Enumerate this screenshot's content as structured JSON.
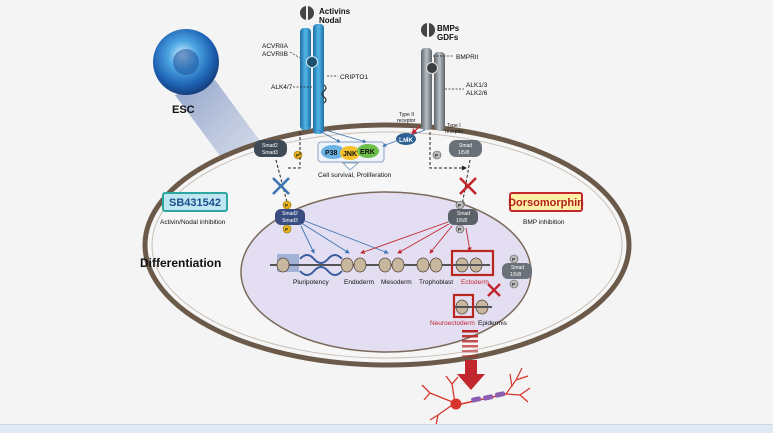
{
  "ligands": {
    "activin": {
      "line1": "Activins",
      "line2": "Nodal"
    },
    "bmp": {
      "line1": "BMPs",
      "line2": "GDFs"
    }
  },
  "receptors": {
    "acvr": {
      "line1": "ACVRIIA",
      "line2": "ACVRIIB"
    },
    "cripto": "CRIPTO1",
    "alk47": "ALK4/7",
    "bmprii": "BMPRII",
    "alk": {
      "line1": "ALK1/3",
      "line2": "ALK2/6"
    },
    "type2": {
      "line1": "Type II",
      "line2": "receptor"
    },
    "type1": {
      "line1": "Type I",
      "line2": "receptor"
    }
  },
  "cell": {
    "esc": "ESC",
    "differentiation": "Differentiation"
  },
  "kinases": {
    "p38": "P38",
    "jnk": "JNK",
    "erk": "ERK",
    "lmk": "LMK"
  },
  "smads": {
    "smad23": {
      "line1": "Smad2",
      "line2": "Smad3"
    },
    "smad158": {
      "line1": "Smad",
      "line2": "1/5/8"
    },
    "p": "P"
  },
  "cell_survival": "Cell survival, Proliferation",
  "inhibitors": {
    "sb": {
      "name": "SB431542",
      "desc": "Activin/Nodal inhibition"
    },
    "dorso": {
      "name": "Dorsomorphin",
      "desc": "BMP inhibition"
    }
  },
  "fates": {
    "pluripotency": "Pluripotency",
    "endoderm": "Endoderm",
    "mesoderm": "Mesoderm",
    "trophoblast": "Trophoblast",
    "ectoderm": "Ectoderm",
    "neuroectoderm": "Neuroectoderm",
    "epidermis": "Epidermis"
  },
  "colors": {
    "membrane": "#6b5a49",
    "nucleus": "#e4def2",
    "receptor_blue": "#2c8ec4",
    "receptor_gray": "#858d93",
    "inhibit_red": "#c1272d",
    "inhibit_blue": "#3d74b3",
    "sb_fill": "#bfe6f1",
    "dorso_fill": "#fff1a6"
  }
}
